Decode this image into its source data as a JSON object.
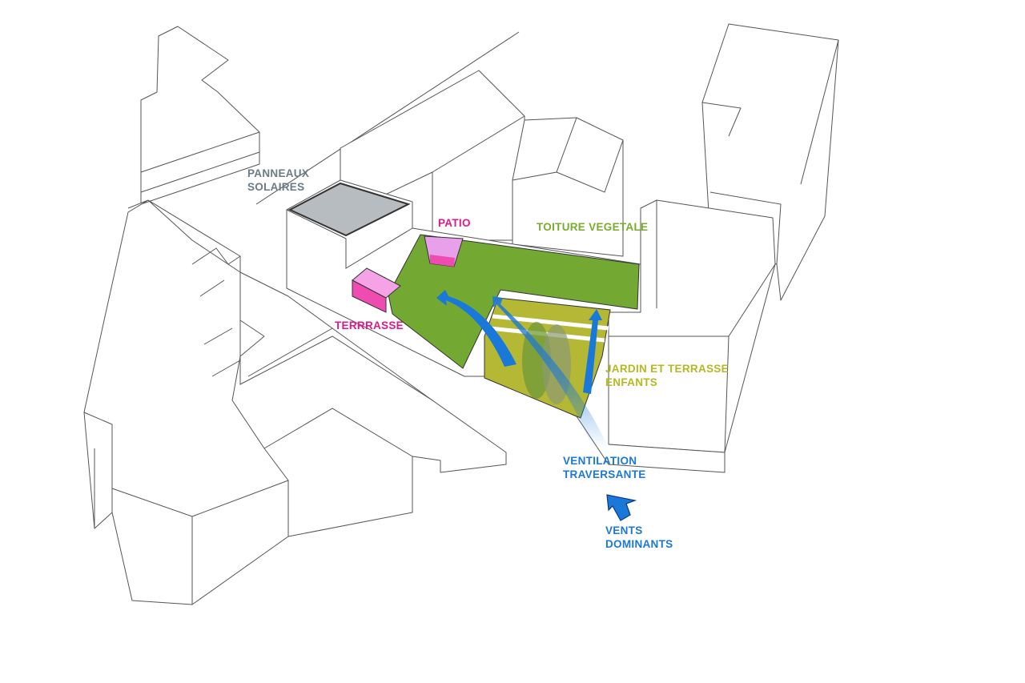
{
  "labels": {
    "solar_panels": [
      "PANNEAUX",
      "SOLAIRES"
    ],
    "patio": "PATIO",
    "green_roof": "TOITURE VEGETALE",
    "terrace": "TERRRASSE",
    "garden": [
      "JARDIN ET TERRASSE",
      "ENFANTS"
    ],
    "ventilation": [
      "VENTILATION",
      "TRAVERSANTE"
    ],
    "prevailing_winds": [
      "VENTS",
      "DOMINANTS"
    ]
  },
  "colors": {
    "solar": "#6b7b86",
    "pink": "#e0188c",
    "green": "#7aab2c",
    "garden": "#b5b820",
    "blue": "#1a78d8"
  }
}
